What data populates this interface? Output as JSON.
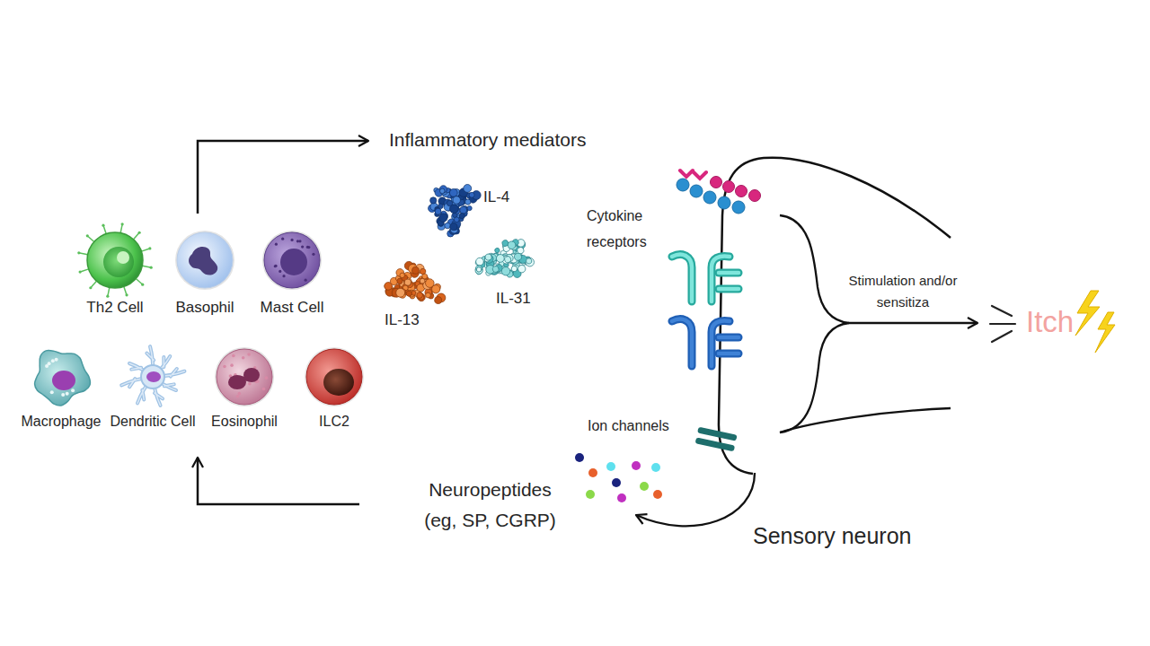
{
  "diagram": {
    "nodes": [
      {
        "text": [
          "Th2 Cell"
        ]
      },
      {
        "text": [
          "Basophil"
        ]
      },
      {
        "text": [
          "Mast Cell"
        ]
      },
      {
        "text": [
          "Macrophage"
        ]
      },
      {
        "text": [
          "Dendritic Cell"
        ]
      },
      {
        "text": [
          "Eosinophil"
        ]
      },
      {
        "text": [
          "ILC2"
        ]
      },
      {
        "text": [
          "IL-4"
        ]
      },
      {
        "text": [
          "IL-13"
        ]
      },
      {
        "text": [
          "IL-31"
        ]
      },
      {
        "text": [
          "Sensory neuron"
        ]
      }
    ],
    "labels": [
      "Inflammatory mediators",
      "Cytokine receptors",
      "Ion channels",
      "Stimulation and/or sensitiza",
      "Itch",
      "Neuropeptides (eg, SP, CGRP)"
    ]
  }
}
